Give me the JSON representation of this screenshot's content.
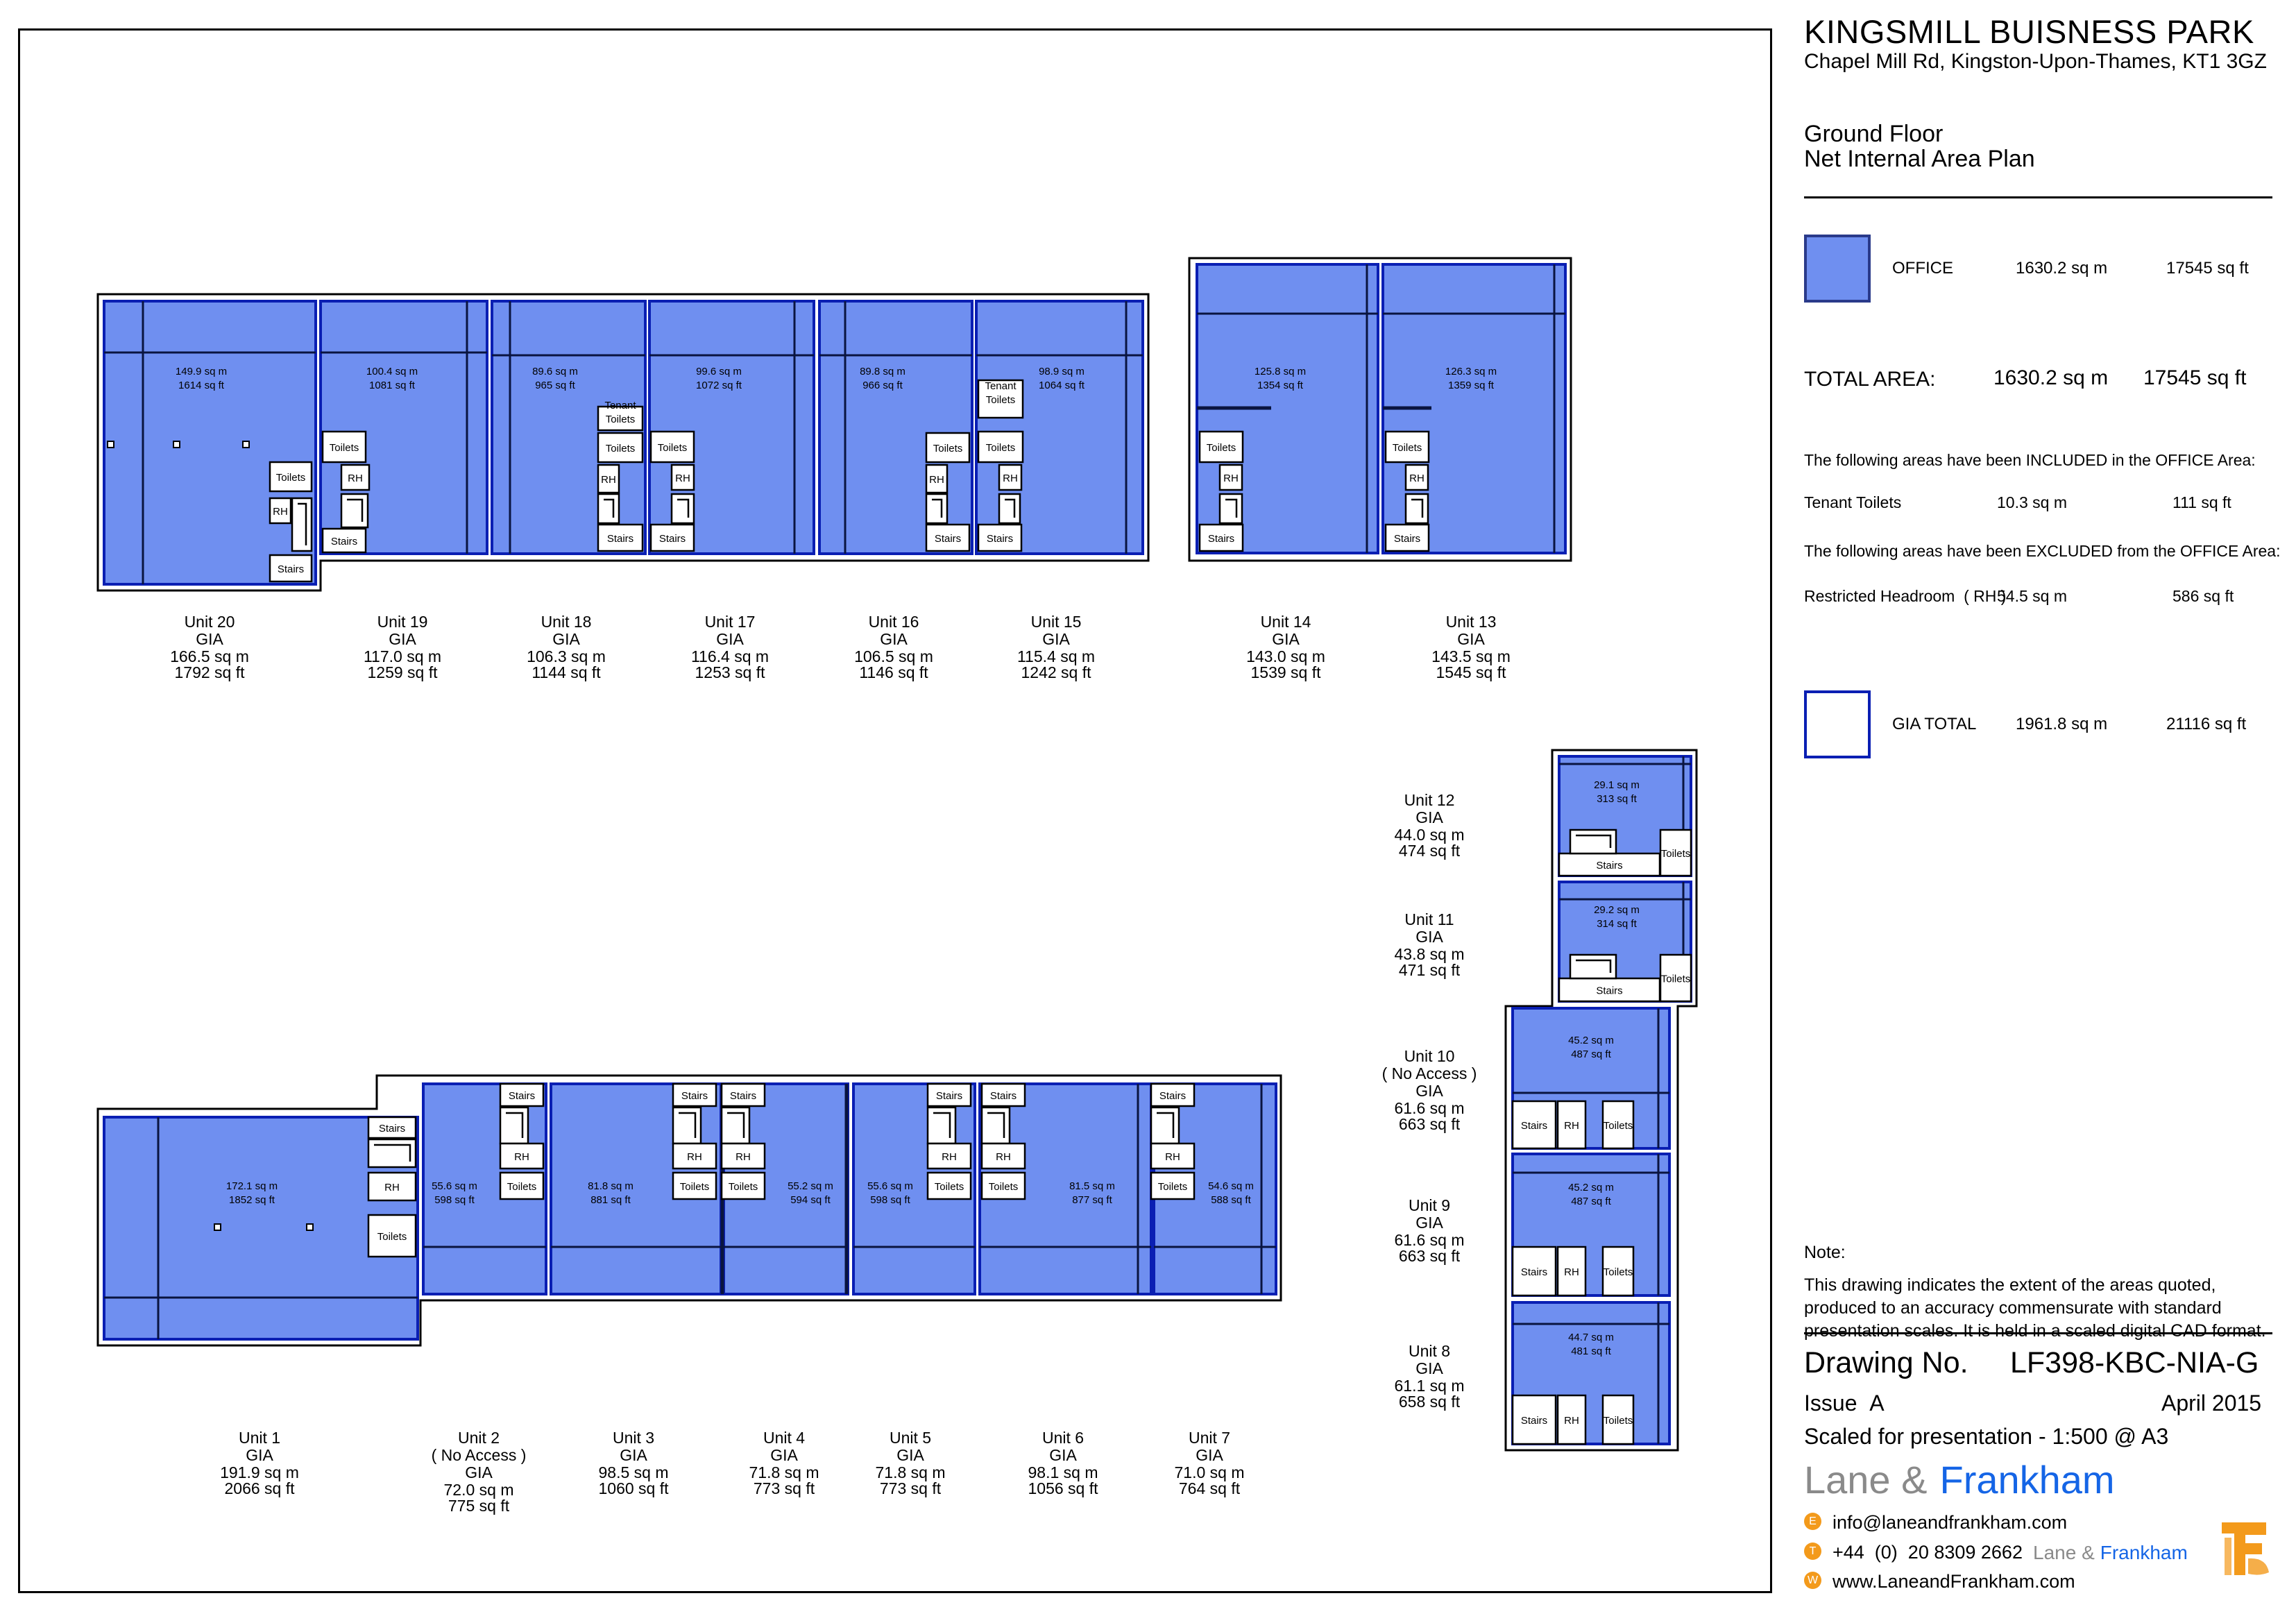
{
  "header": {
    "title": "KINGSMILL BUISNESS PARK",
    "address": "Chapel Mill Rd, Kingston-Upon-Thames, KT1 3GZ",
    "floor": "Ground Floor",
    "plan_type": "Net Internal Area Plan"
  },
  "legend": {
    "office": {
      "label": "OFFICE",
      "sqm": "1630.2 sq m",
      "sqft": "17545 sq ft",
      "color": "#6f8ff0"
    },
    "total": {
      "label": "TOTAL AREA:",
      "sqm": "1630.2 sq m",
      "sqft": "17545 sq ft"
    },
    "included_heading": "The following areas have been INCLUDED in the OFFICE Area:",
    "included": {
      "label": "Tenant Toilets",
      "sqm": "10.3 sq m",
      "sqft": "111 sq ft"
    },
    "excluded_heading": "The following areas have been EXCLUDED from the OFFICE Area:",
    "excluded": {
      "label": "Restricted Headroom  ( RH )",
      "sqm": "54.5 sq m",
      "sqft": "586 sq ft"
    },
    "gia": {
      "label": "GIA TOTAL",
      "sqm": "1961.8 sq m",
      "sqft": "21116 sq ft",
      "color": "#0a1fb3"
    }
  },
  "note": {
    "heading": "Note:",
    "text": "This drawing indicates the extent of the areas quoted, produced to an accuracy commensurate with standard presentation scales. It is held in a scaled digital CAD format."
  },
  "drawing": {
    "number_label": "Drawing No.",
    "number": "LF398-KBC-NIA-G",
    "issue": "Issue  A",
    "date": "April 2015",
    "scale": "Scaled for presentation - 1:500 @ A3"
  },
  "company": {
    "name_a": "Lane &",
    "name_b": "Frankham",
    "email": "info@laneandfrankham.com",
    "phone": "+44  (0)  20 8309 2662",
    "web": "www.LaneandFrankham.com",
    "icons": [
      "email-icon",
      "phone-icon",
      "web-icon"
    ]
  },
  "rooms": {
    "toilets": "Toilets",
    "tenant_toilets_1": "Tenant",
    "tenant_toilets_2": "Toilets",
    "rh": "RH",
    "stairs": "Stairs"
  },
  "units": [
    {
      "name": "Unit 20",
      "gia": "GIA",
      "gia_sqm": "166.5 sq m",
      "gia_sqft": "1792 sq ft",
      "nia_sqm": "149.9 sq m",
      "nia_sqft": "1614 sq ft"
    },
    {
      "name": "Unit 19",
      "gia": "GIA",
      "gia_sqm": "117.0 sq m",
      "gia_sqft": "1259 sq ft",
      "nia_sqm": "100.4 sq m",
      "nia_sqft": "1081 sq ft"
    },
    {
      "name": "Unit 18",
      "gia": "GIA",
      "gia_sqm": "106.3 sq m",
      "gia_sqft": "1144 sq ft",
      "nia_sqm": "89.6 sq m",
      "nia_sqft": "965 sq ft"
    },
    {
      "name": "Unit 17",
      "gia": "GIA",
      "gia_sqm": "116.4 sq m",
      "gia_sqft": "1253 sq ft",
      "nia_sqm": "99.6 sq m",
      "nia_sqft": "1072 sq ft"
    },
    {
      "name": "Unit 16",
      "gia": "GIA",
      "gia_sqm": "106.5 sq m",
      "gia_sqft": "1146 sq ft",
      "nia_sqm": "89.8 sq m",
      "nia_sqft": "966 sq ft"
    },
    {
      "name": "Unit 15",
      "gia": "GIA",
      "gia_sqm": "115.4 sq m",
      "gia_sqft": "1242 sq ft",
      "nia_sqm": "98.9 sq m",
      "nia_sqft": "1064 sq ft"
    },
    {
      "name": "Unit 14",
      "gia": "GIA",
      "gia_sqm": "143.0 sq m",
      "gia_sqft": "1539 sq ft",
      "nia_sqm": "125.8 sq m",
      "nia_sqft": "1354 sq ft"
    },
    {
      "name": "Unit 13",
      "gia": "GIA",
      "gia_sqm": "143.5 sq m",
      "gia_sqft": "1545 sq ft",
      "nia_sqm": "126.3 sq m",
      "nia_sqft": "1359 sq ft"
    },
    {
      "name": "Unit 12",
      "gia": "GIA",
      "gia_sqm": "44.0 sq m",
      "gia_sqft": "474 sq ft",
      "nia_sqm": "29.1 sq m",
      "nia_sqft": "313 sq ft"
    },
    {
      "name": "Unit 11",
      "gia": "GIA",
      "gia_sqm": "43.8 sq m",
      "gia_sqft": "471 sq ft",
      "nia_sqm": "29.2 sq m",
      "nia_sqft": "314 sq ft"
    },
    {
      "name": "Unit 10",
      "note": "( No Access )",
      "gia": "GIA",
      "gia_sqm": "61.6 sq m",
      "gia_sqft": "663 sq ft",
      "nia_sqm": "45.2 sq m",
      "nia_sqft": "487 sq ft"
    },
    {
      "name": "Unit 9",
      "gia": "GIA",
      "gia_sqm": "61.6 sq m",
      "gia_sqft": "663 sq ft",
      "nia_sqm": "45.2 sq m",
      "nia_sqft": "487 sq ft"
    },
    {
      "name": "Unit 8",
      "gia": "GIA",
      "gia_sqm": "61.1 sq m",
      "gia_sqft": "658 sq ft",
      "nia_sqm": "44.7 sq m",
      "nia_sqft": "481 sq ft"
    },
    {
      "name": "Unit 1",
      "gia": "GIA",
      "gia_sqm": "191.9 sq m",
      "gia_sqft": "2066 sq ft",
      "nia_sqm": "172.1 sq m",
      "nia_sqft": "1852 sq ft"
    },
    {
      "name": "Unit 2",
      "note": "( No Access )",
      "gia": "GIA",
      "gia_sqm": "72.0 sq m",
      "gia_sqft": "775 sq ft",
      "nia_sqm": "55.6 sq m",
      "nia_sqft": "598 sq ft"
    },
    {
      "name": "Unit 3",
      "gia": "GIA",
      "gia_sqm": "98.5 sq m",
      "gia_sqft": "1060 sq ft",
      "nia_sqm": "81.8 sq m",
      "nia_sqft": "881 sq ft"
    },
    {
      "name": "Unit 4",
      "gia": "GIA",
      "gia_sqm": "71.8 sq m",
      "gia_sqft": "773 sq ft",
      "nia_sqm": "55.2 sq m",
      "nia_sqft": "594 sq ft"
    },
    {
      "name": "Unit 5",
      "gia": "GIA",
      "gia_sqm": "71.8 sq m",
      "gia_sqft": "773 sq ft",
      "nia_sqm": "55.6 sq m",
      "nia_sqft": "598 sq ft"
    },
    {
      "name": "Unit 6",
      "gia": "GIA",
      "gia_sqm": "98.1 sq m",
      "gia_sqft": "1056 sq ft",
      "nia_sqm": "81.5 sq m",
      "nia_sqft": "877 sq ft"
    },
    {
      "name": "Unit 7",
      "gia": "GIA",
      "gia_sqm": "71.0 sq m",
      "gia_sqft": "764 sq ft",
      "nia_sqm": "54.6 sq m",
      "nia_sqft": "588 sq ft"
    }
  ]
}
